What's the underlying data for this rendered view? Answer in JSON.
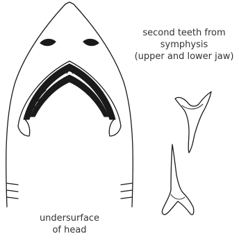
{
  "figure": {
    "head_caption": [
      "undersurface",
      "of head"
    ],
    "teeth_caption": [
      "second teeth from",
      "symphysis",
      "(upper and lower jaw)"
    ]
  },
  "colors": {
    "ink": "#1a1a1a",
    "background": "#ffffff"
  }
}
